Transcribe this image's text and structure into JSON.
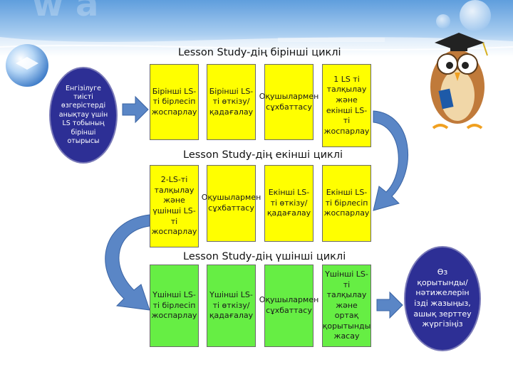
{
  "header_watermark": "w",
  "cycles": [
    {
      "title": "Lesson Study-дің бірінші циклі",
      "color": "#ffff00",
      "boxes": [
        "Бірінші LS-ті бірлесіп жоспарлау",
        "Бірінші LS-ті өткізу/қадағалау",
        "Оқушылармен сұхбаттасу",
        "1 LS ті талқылау және екінші LS-ті жоспарлау"
      ]
    },
    {
      "title": "Lesson Study-дің екінші циклі",
      "color": "#ffff00",
      "boxes": [
        "2-LS-ті талқылау және үшінші LS-ті жоспарлау",
        "Оқушылармен сұхбаттасу",
        "Екінші LS-ті өткізу/қадағалау",
        "Екінші LS-ті бірлесіп жоспарлау"
      ]
    },
    {
      "title": "Lesson Study-дің үшінші циклі",
      "color": "#66ee44",
      "boxes": [
        "Үшінші LS-ті бірлесіп жоспарлау",
        "Үшінші LS-ті өткізу/қадағалау",
        "Оқушылармен сұхбаттасу",
        "Үшінші LS-ті талқылау және ортақ қорытынды жасау"
      ]
    }
  ],
  "oval_left": "Енгізілуге тиісті өзгерістерді анықтау үшін LS тобының бірінші отырысы",
  "oval_right": "Өз қорытынды/нәтижелерін ізді жазыңыз, ашық зерттеу жүргізіңіз",
  "colors": {
    "oval": "#2d2f95",
    "arrow": "#5a86c6",
    "header": "#8ab8e6"
  },
  "icons": [
    "owl-professor-icon",
    "sphere-decoration-icon"
  ]
}
